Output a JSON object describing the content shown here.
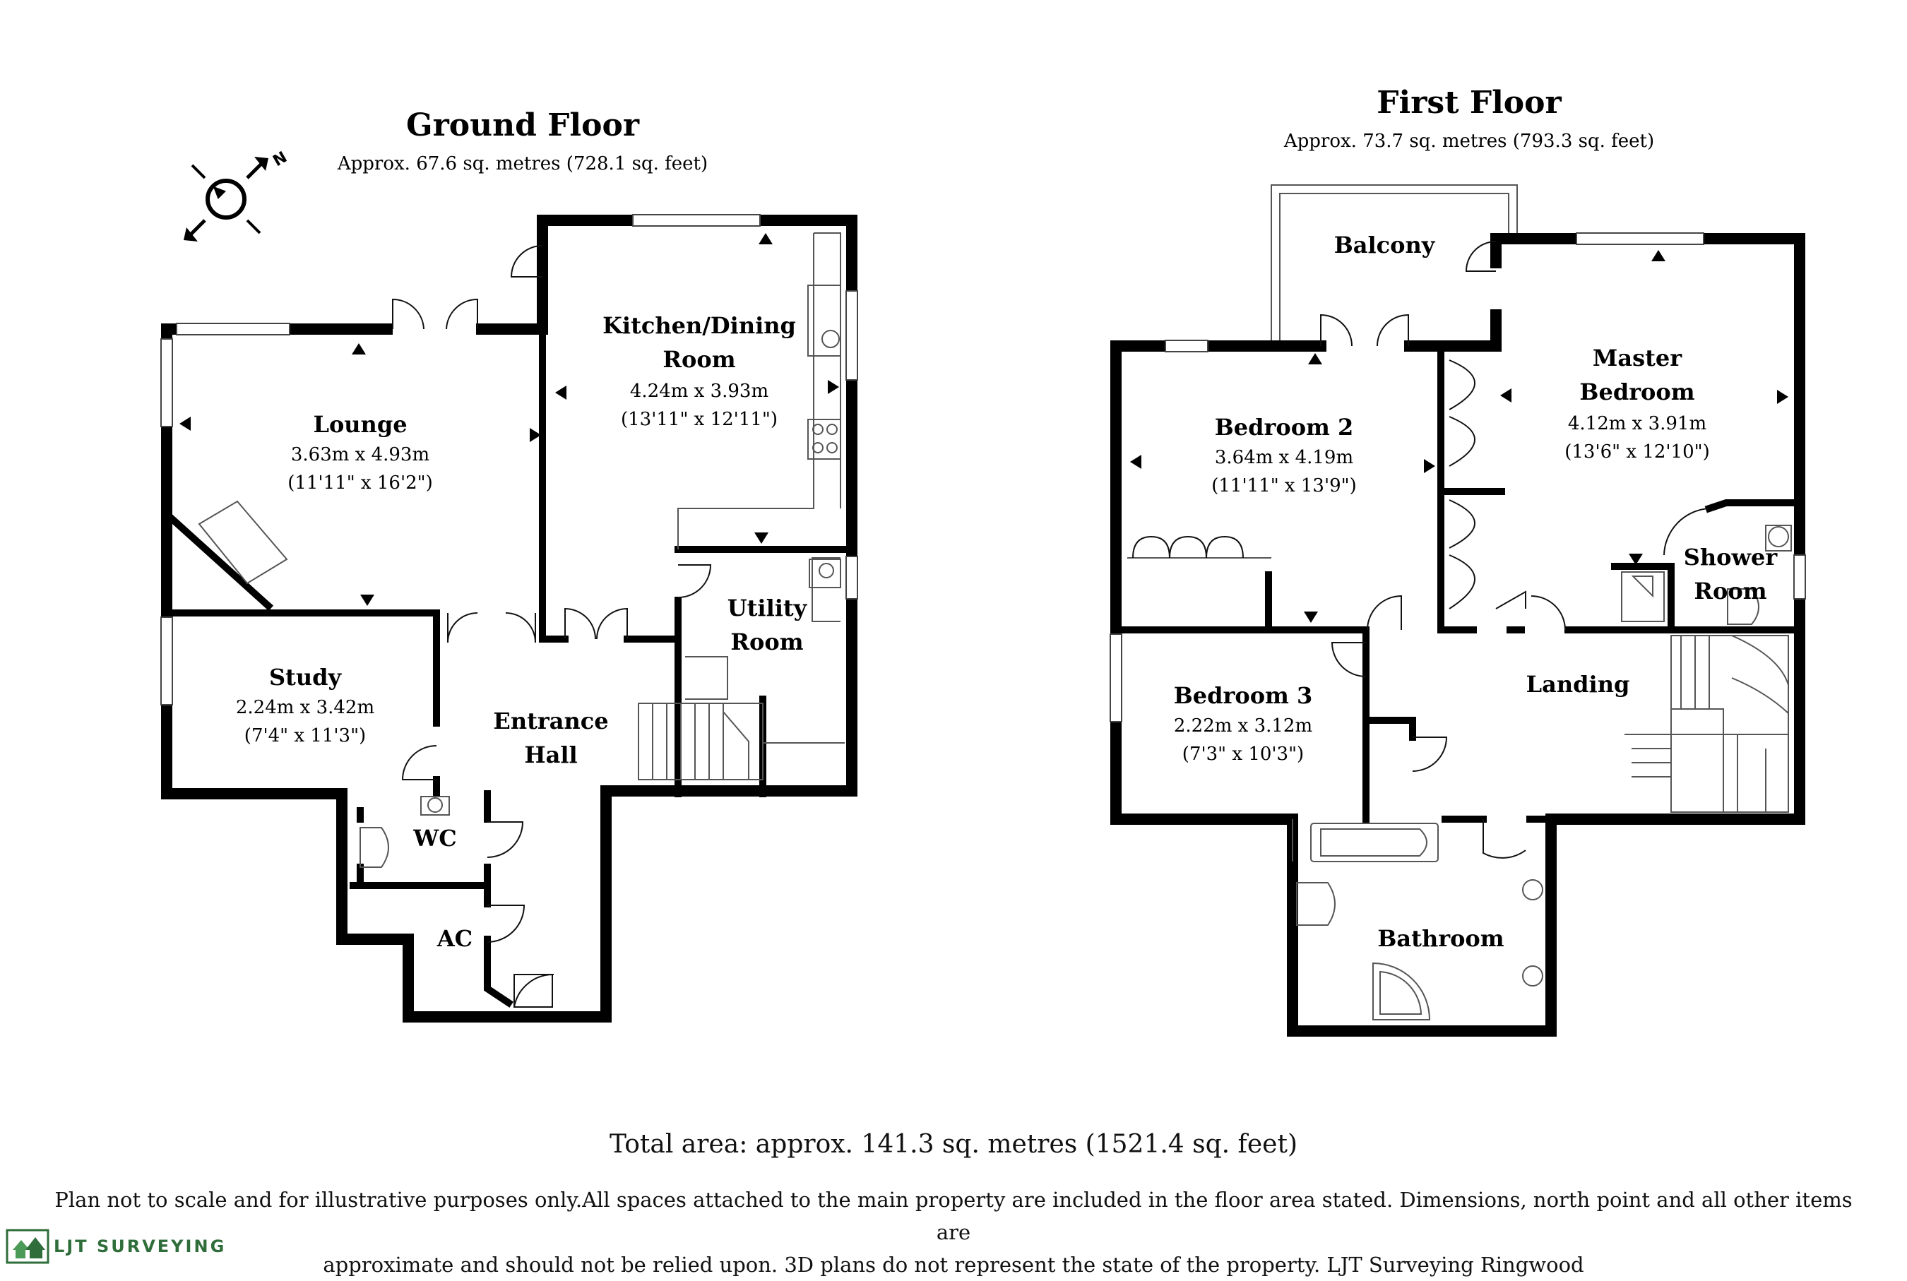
{
  "ground_floor": {
    "title": "Ground Floor",
    "area": "Approx.  67.6 sq. metres (728.1 sq. feet)",
    "compass_label": "N",
    "rooms": {
      "lounge": {
        "name": "Lounge",
        "dim_m": "3.63m x 4.93m",
        "dim_ft": "(11'11\" x 16'2\")"
      },
      "kitchen": {
        "name_line1": "Kitchen/Dining",
        "name_line2": "Room",
        "dim_m": "4.24m x 3.93m",
        "dim_ft": "(13'11\" x 12'11\")"
      },
      "study": {
        "name": "Study",
        "dim_m": "2.24m x 3.42m",
        "dim_ft": "(7'4\" x 11'3\")"
      },
      "utility": {
        "name_line1": "Utility",
        "name_line2": "Room"
      },
      "entrance": {
        "name_line1": "Entrance",
        "name_line2": "Hall"
      },
      "wc": {
        "name": "WC"
      },
      "ac": {
        "name": "AC"
      }
    }
  },
  "first_floor": {
    "title": "First Floor",
    "area": "Approx.  73.7 sq. metres (793.3 sq. feet)",
    "rooms": {
      "balcony": {
        "name": "Balcony"
      },
      "bedroom2": {
        "name": "Bedroom 2",
        "dim_m": "3.64m x 4.19m",
        "dim_ft": "(11'11\" x 13'9\")"
      },
      "master": {
        "name_line1": "Master",
        "name_line2": "Bedroom",
        "dim_m": "4.12m x 3.91m",
        "dim_ft": "(13'6\" x 12'10\")"
      },
      "shower": {
        "name_line1": "Shower",
        "name_line2": "Room"
      },
      "bedroom3": {
        "name": "Bedroom 3",
        "dim_m": "2.22m x 3.12m",
        "dim_ft": "(7'3\" x 10'3\")"
      },
      "landing": {
        "name": "Landing"
      },
      "bathroom": {
        "name": "Bathroom"
      }
    }
  },
  "footer": {
    "total": "Total area: approx. 141.3 sq. metres (1521.4 sq. feet)",
    "note_line1": "Plan not to scale and for illustrative purposes only.All spaces attached to the main property are included in the floor area stated. Dimensions, north point and all other items are",
    "note_line2": "approximate and should not be relied upon. 3D plans do not represent the state of the property. LJT Surveying Ringwood"
  },
  "logo": {
    "text": "LJT SURVEYING",
    "color": "#2f6e3b"
  }
}
